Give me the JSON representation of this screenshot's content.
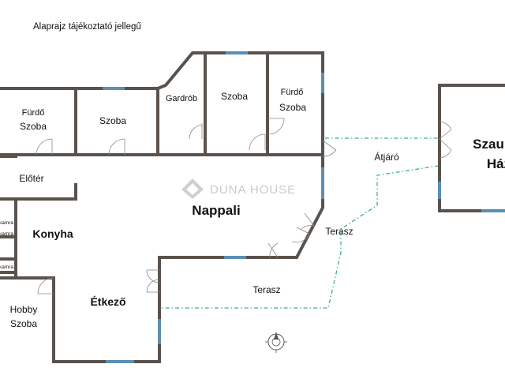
{
  "title": "Alaprajz tájékoztató jellegű",
  "watermark": "DUNA HOUSE",
  "rooms": {
    "furdo_left_1": "Fürdő",
    "furdo_left_2": "Szoba",
    "szoba_left": "Szoba",
    "gardrob": "Gardrób",
    "szoba_mid": "Szoba",
    "furdo_right_1": "Fürdő",
    "furdo_right_2": "Szoba",
    "eloter": "Előtér",
    "nappali": "Nappali",
    "konyha": "Konyha",
    "kamra": "kamra",
    "kamra2": "kamra",
    "kamra3": "kamra",
    "etkezo": "Étkező",
    "hobby_1": "Hobby",
    "hobby_2": "Szoba",
    "terasz_upper": "Terasz",
    "terasz_lower": "Terasz",
    "atjaro": "Átjáró",
    "szauna_1": "Szau",
    "szauna_2": "Ház"
  },
  "colors": {
    "wall": "#5a524c",
    "window": "#5b8fb3",
    "path": "#3fae8c"
  },
  "icons": [
    "compass-icon",
    "house-logo-icon",
    "door-icon"
  ]
}
